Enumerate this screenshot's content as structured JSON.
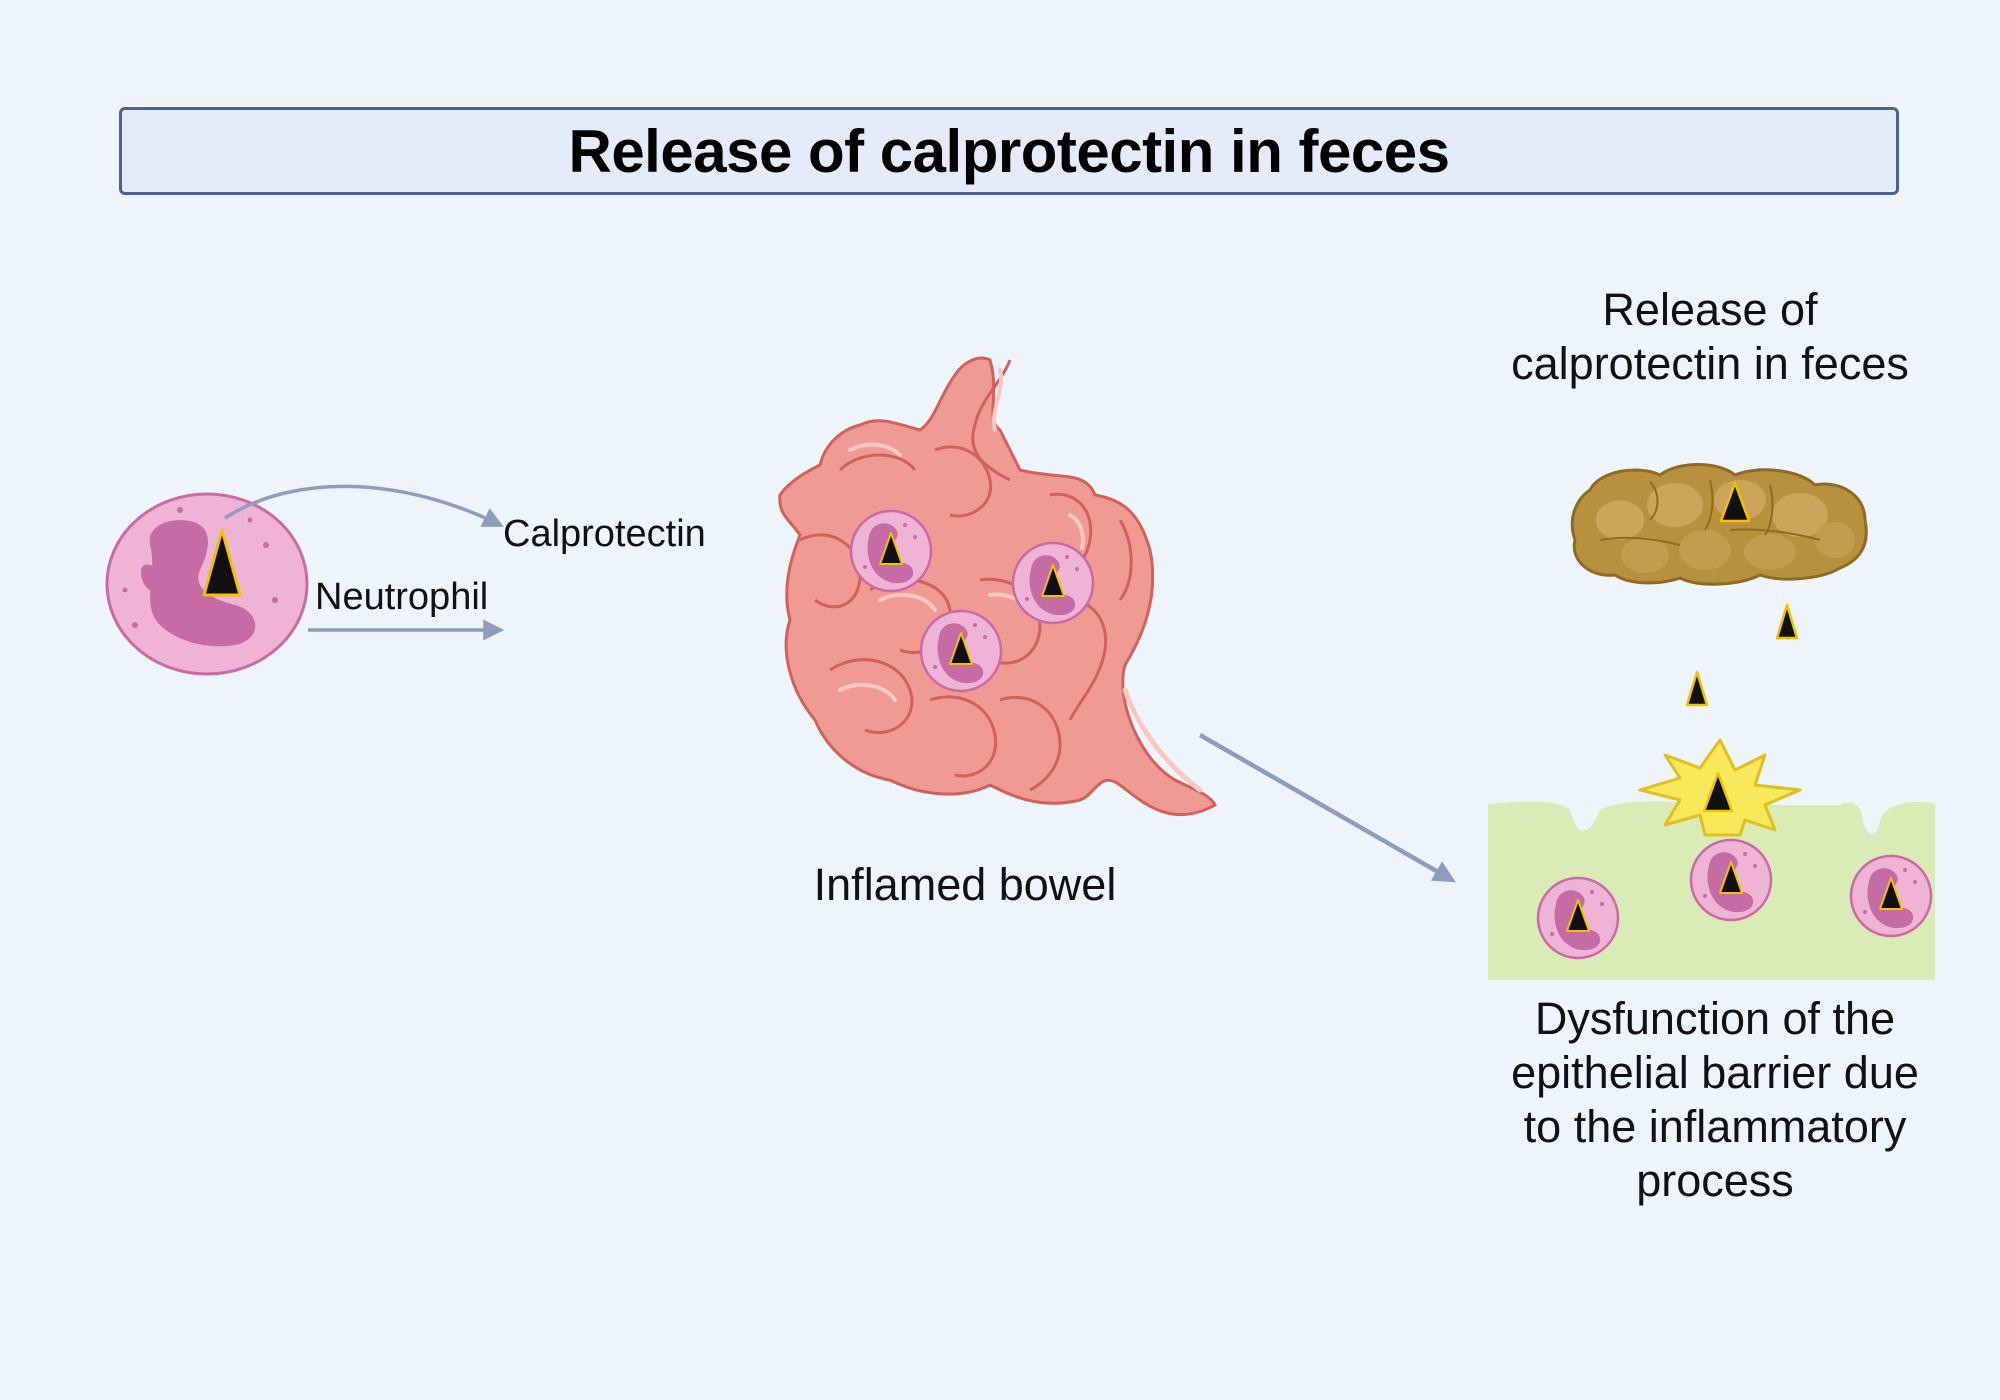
{
  "title": "Release of calprotectin in feces",
  "labels": {
    "calprotectin": "Calprotectin",
    "neutrophil": "Neutrophil",
    "inflamed_bowel": "Inflamed bowel",
    "release_line1": "Release of",
    "release_line2": "calprotectin in feces",
    "dysfunction_line1": "Dysfunction of the",
    "dysfunction_line2": "epithelial barrier due",
    "dysfunction_line3": "to the inflammatory",
    "dysfunction_line4": "process"
  },
  "colors": {
    "background": "#eef4fc",
    "title_border": "#4e5f96",
    "arrow": "#8e9dbd",
    "neutrophil": "#efb4d5",
    "nucleus": "#c66ca4",
    "calprotectin": "#111111",
    "bowel": "#ef9a92",
    "feces": "#b8913f",
    "epithelium": "#d9ecb6",
    "burst": "#f7e95a"
  },
  "icons": [
    "neutrophil-icon",
    "calprotectin-icon",
    "bowel-icon",
    "feces-icon",
    "epithelium-icon",
    "burst-icon"
  ]
}
